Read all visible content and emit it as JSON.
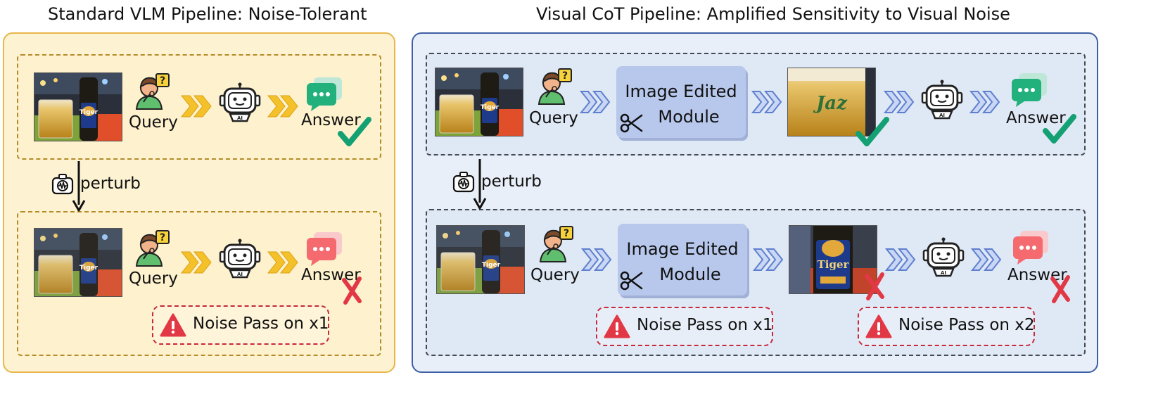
{
  "left": {
    "title": "Standard VLM Pipeline: Noise-Tolerant",
    "query_label": "Query",
    "answer_label": "Answer",
    "perturb_label": "perturb",
    "warning": "Noise Pass on x1"
  },
  "right": {
    "title": "Visual CoT Pipeline: Amplified Sensitivity to Visual Noise",
    "query_label": "Query",
    "module_line1": "Image Edited",
    "module_line2": "Module",
    "answer_label": "Answer",
    "perturb_label": "perturb",
    "warning1": "Noise Pass on x1",
    "warning2": "Noise Pass on x2"
  },
  "photo_text": {
    "brand": "Tiger",
    "cup_logo": "Jaz"
  },
  "colors": {
    "left_panel_bg": "#fdf3d2",
    "left_panel_border": "#e8b64a",
    "right_panel_bg": "#e9eff8",
    "right_panel_border": "#3d5fa6",
    "check_green": "#13a073",
    "cross_red": "#e23845",
    "chevron_yellow": "#f5c12b",
    "chevron_blue": "#6f8fd8",
    "module_bg": "#b7c8ec"
  }
}
